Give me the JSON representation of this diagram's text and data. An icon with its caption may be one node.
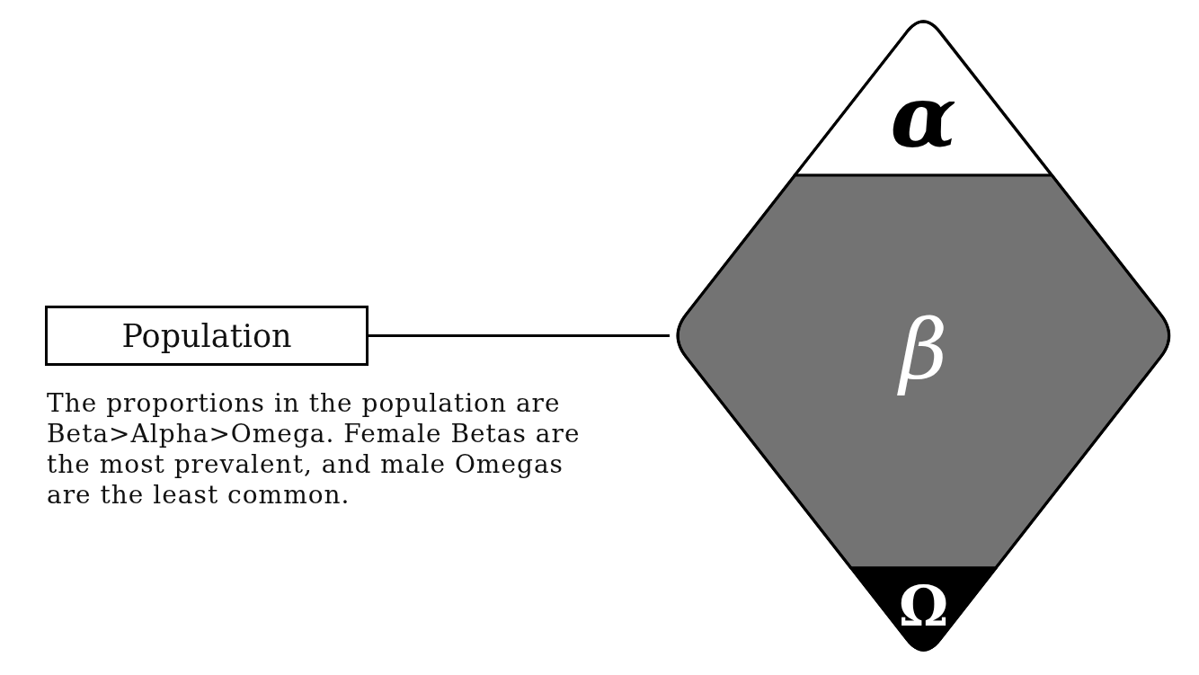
{
  "diagram": {
    "nodes": [
      {
        "text": [
          "Population"
        ],
        "beside": [
          "The proportions in the population are Beta>Alpha>Omega. Female Betas are the most prevalent, and male Omegas are the least common."
        ]
      },
      {
        "text": [],
        "shape": "diamond"
      },
      {
        "text": [
          "α"
        ],
        "in": 1
      },
      {
        "text": [
          "β"
        ],
        "in": 1
      },
      {
        "text": [
          "Ω"
        ],
        "in": 1
      }
    ],
    "edges": [
      {
        "from": 0,
        "to": 1,
        "arrow": "none"
      }
    ]
  }
}
